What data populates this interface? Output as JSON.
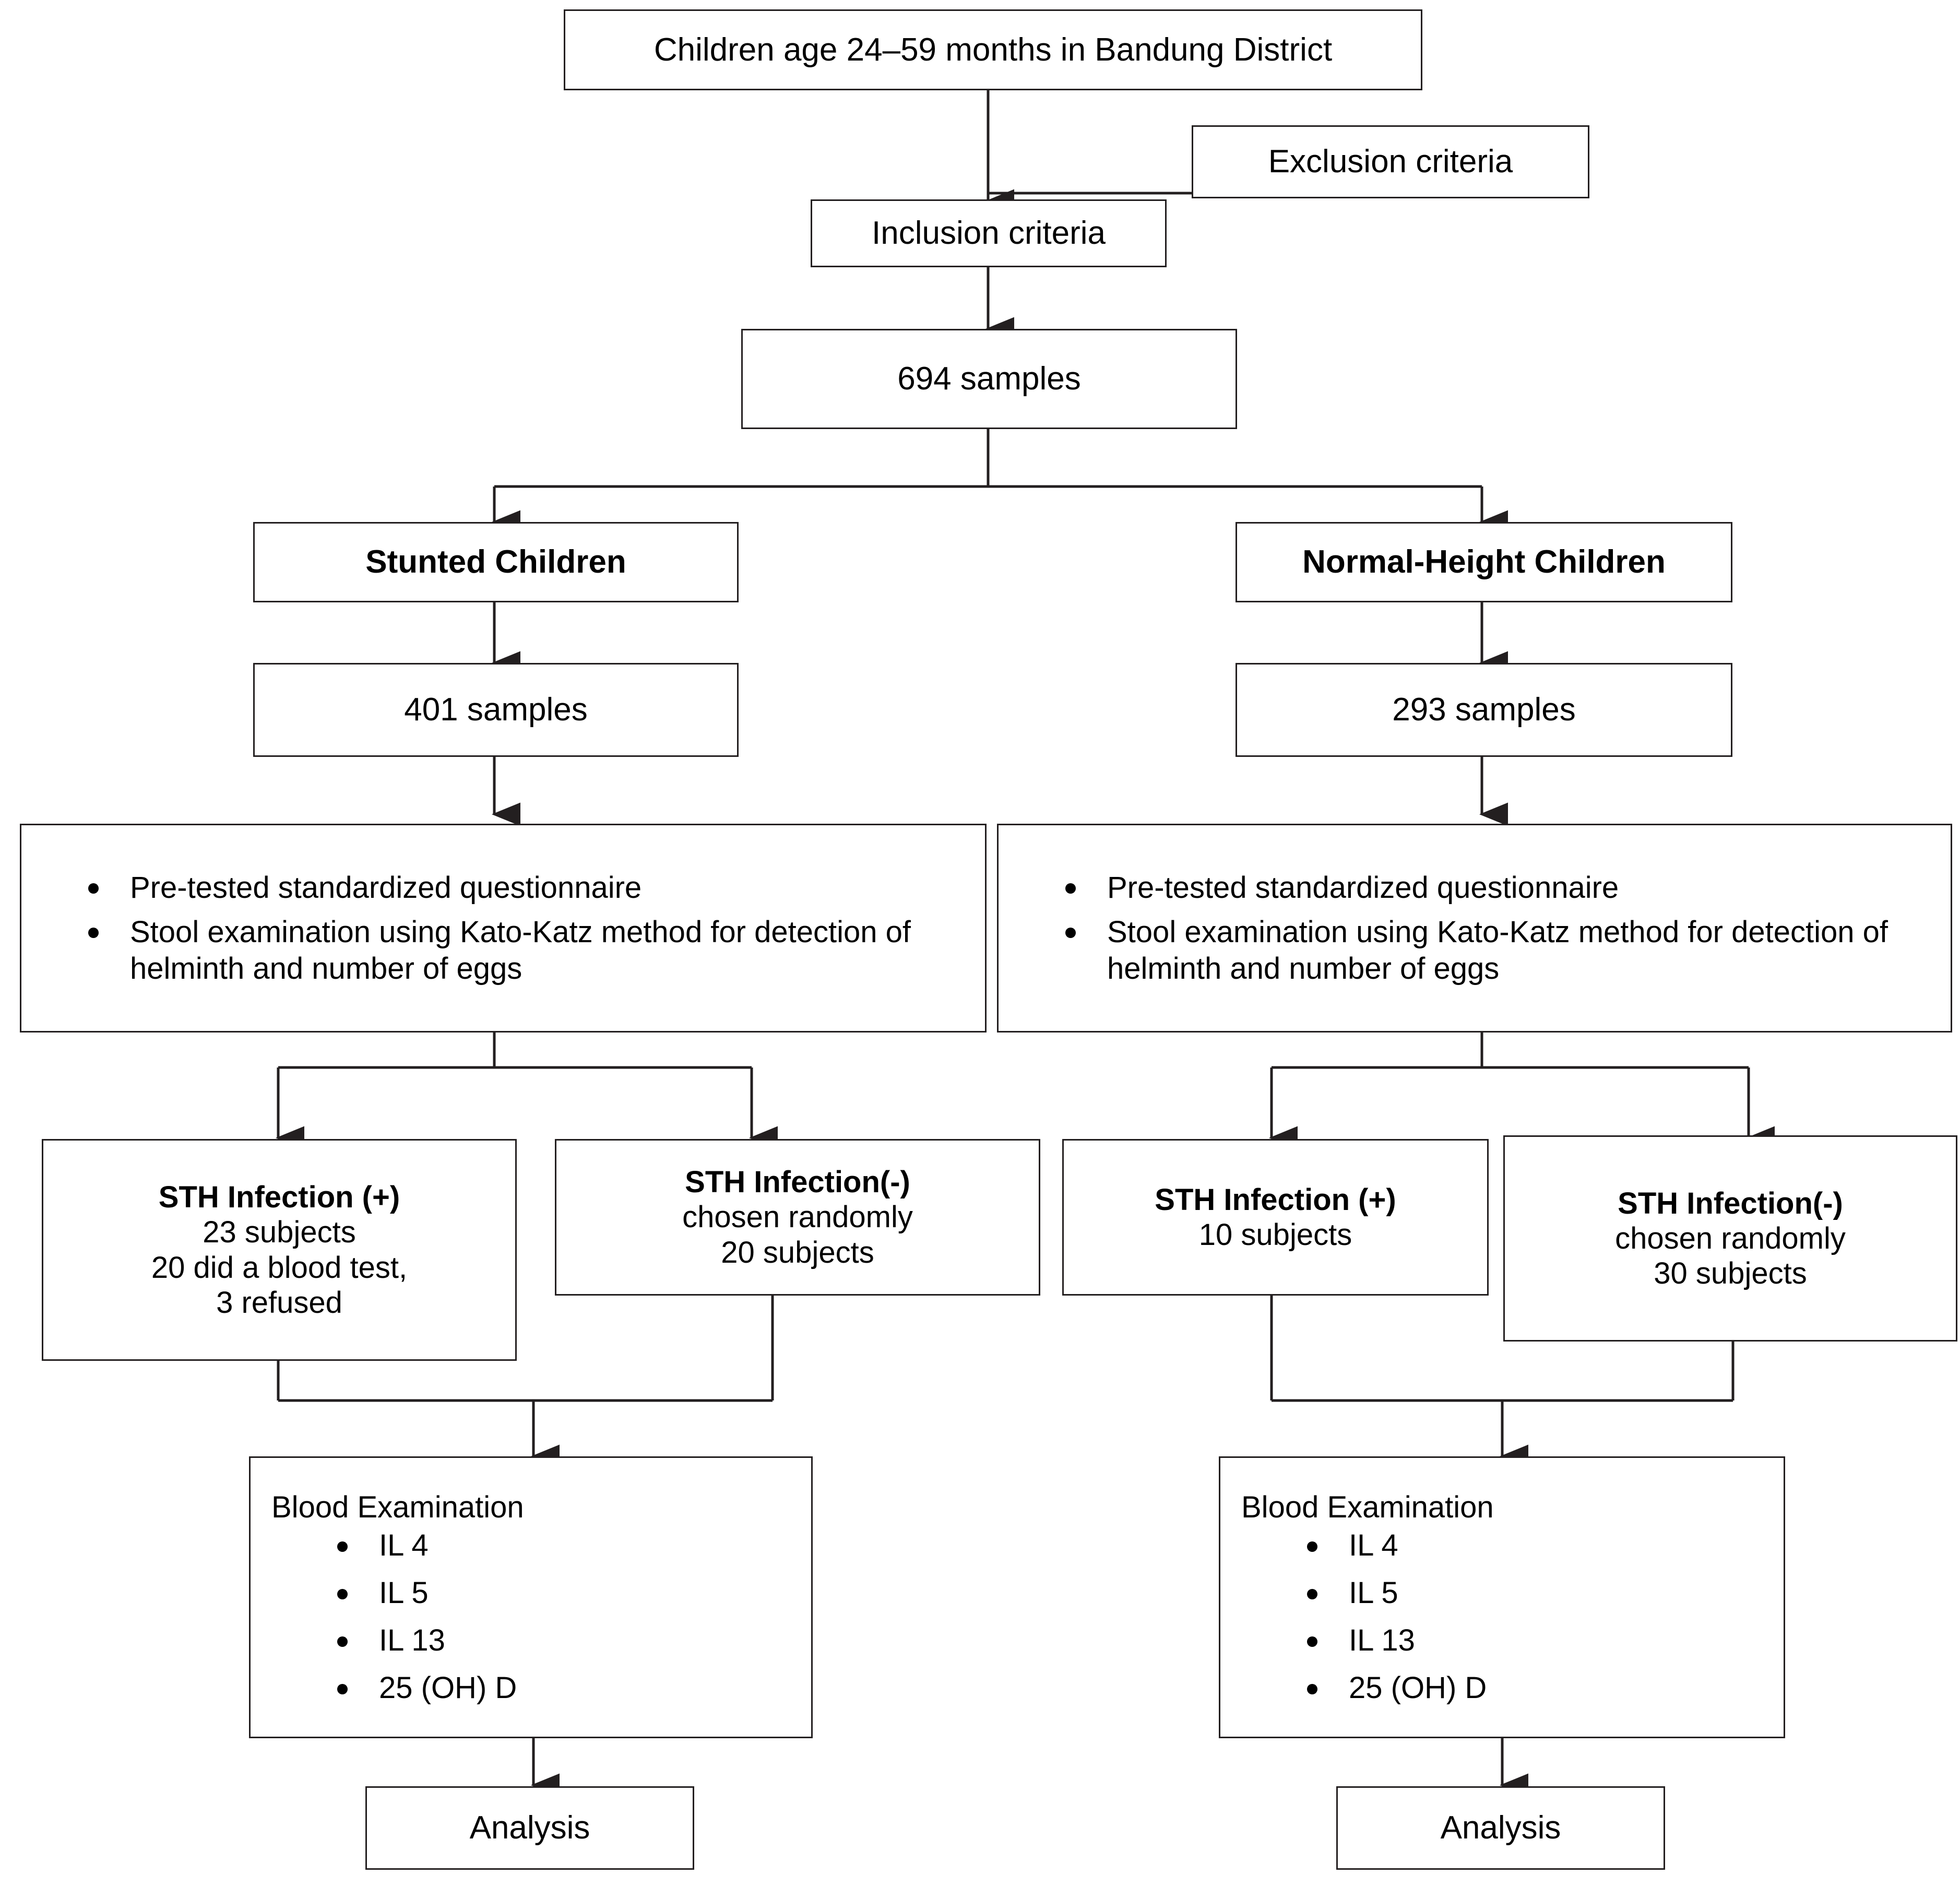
{
  "diagram": {
    "type": "flowchart",
    "title": "Study participant selection flowchart",
    "colors": {
      "stroke": "#231f20",
      "fill": "#ffffff",
      "text": "#000000"
    },
    "nodes": {
      "population": {
        "label": "Children age 24–59 months in Bandung District"
      },
      "exclusion": {
        "label": "Exclusion criteria"
      },
      "inclusion": {
        "label": "Inclusion criteria"
      },
      "total_samples": {
        "label": "694 samples"
      },
      "stunted_group": {
        "label": "Stunted Children"
      },
      "normal_group": {
        "label": "Normal-Height Children"
      },
      "stunted_samples": {
        "label": "401 samples"
      },
      "normal_samples": {
        "label": "293 samples"
      },
      "methods_left": {
        "bullets": [
          "Pre-tested standardized questionnaire",
          "Stool examination using Kato-Katz method for detection of helminth and number of eggs"
        ]
      },
      "methods_right": {
        "bullets": [
          "Pre-tested standardized questionnaire",
          "Stool examination using Kato-Katz method for detection of helminth and number of eggs"
        ]
      },
      "sth_pos_left": {
        "title": "STH Infection (+)",
        "lines": [
          "23 subjects",
          "20 did a blood test,",
          "3 refused"
        ]
      },
      "sth_neg_left": {
        "title": "STH Infection(-)",
        "lines": [
          "chosen randomly",
          "20 subjects"
        ]
      },
      "sth_pos_right": {
        "title": "STH Infection (+)",
        "lines": [
          "10 subjects"
        ]
      },
      "sth_neg_right": {
        "title": "STH Infection(-)",
        "lines": [
          "chosen randomly",
          "30 subjects"
        ]
      },
      "blood_left": {
        "title": "Blood Examination",
        "items": [
          "IL 4",
          "IL 5",
          "IL 13",
          "25 (OH) D"
        ]
      },
      "blood_right": {
        "title": "Blood Examination",
        "items": [
          "IL 4",
          "IL 5",
          "IL 13",
          "25 (OH) D"
        ]
      },
      "analysis_left": {
        "label": "Analysis"
      },
      "analysis_right": {
        "label": "Analysis"
      }
    }
  }
}
